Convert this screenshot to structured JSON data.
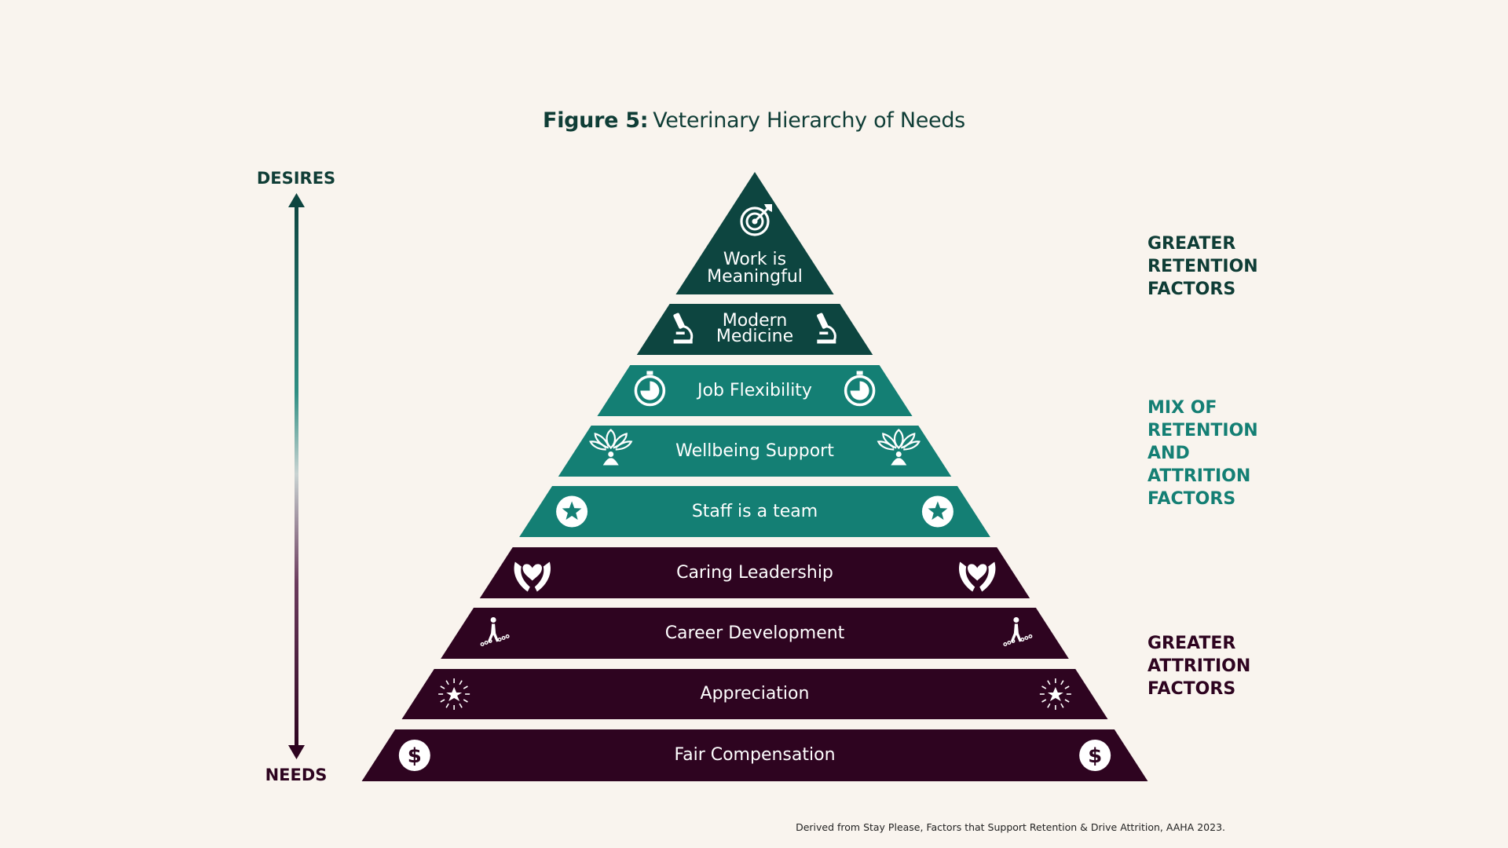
{
  "title": {
    "prefix": "Figure 5:",
    "text": "Veterinary Hierarchy of Needs"
  },
  "axis": {
    "top_label": "DESIRES",
    "bottom_label": "NEEDS"
  },
  "colors": {
    "dark_green": "#0d4540",
    "teal": "#147f74",
    "plum": "#2e0420",
    "background": "#f9f4ee",
    "retention_text": "#0f3d36",
    "mix_text": "#147f74",
    "attrition_text": "#2e0420"
  },
  "levels": [
    {
      "label": "Work is\nMeaningful",
      "icon": "target-icon",
      "group": "retention"
    },
    {
      "label": "Modern\nMedicine",
      "icon": "microscope-icon",
      "group": "retention"
    },
    {
      "label": "Job Flexibility",
      "icon": "stopwatch-icon",
      "group": "mix"
    },
    {
      "label": "Wellbeing Support",
      "icon": "lotus-icon",
      "group": "mix"
    },
    {
      "label": "Staff is a team",
      "icon": "star-icon",
      "group": "mix"
    },
    {
      "label": "Caring Leadership",
      "icon": "heart-hands-icon",
      "group": "attrition"
    },
    {
      "label": "Career Development",
      "icon": "climbing-steps-icon",
      "group": "attrition"
    },
    {
      "label": "Appreciation",
      "icon": "sparkle-icon",
      "group": "attrition"
    },
    {
      "label": "Fair Compensation",
      "icon": "dollar-coin-icon",
      "group": "attrition"
    }
  ],
  "side_labels": [
    {
      "text": "GREATER\nRETENTION\nFACTORS",
      "group": "retention"
    },
    {
      "text": "MIX OF\nRETENTION\nAND\nATTRITION\nFACTORS",
      "group": "mix"
    },
    {
      "text": "GREATER\nATTRITION\nFACTORS",
      "group": "attrition"
    }
  ],
  "source": "Derived from Stay Please, Factors that Support Retention & Drive Attrition, AAHA 2023."
}
